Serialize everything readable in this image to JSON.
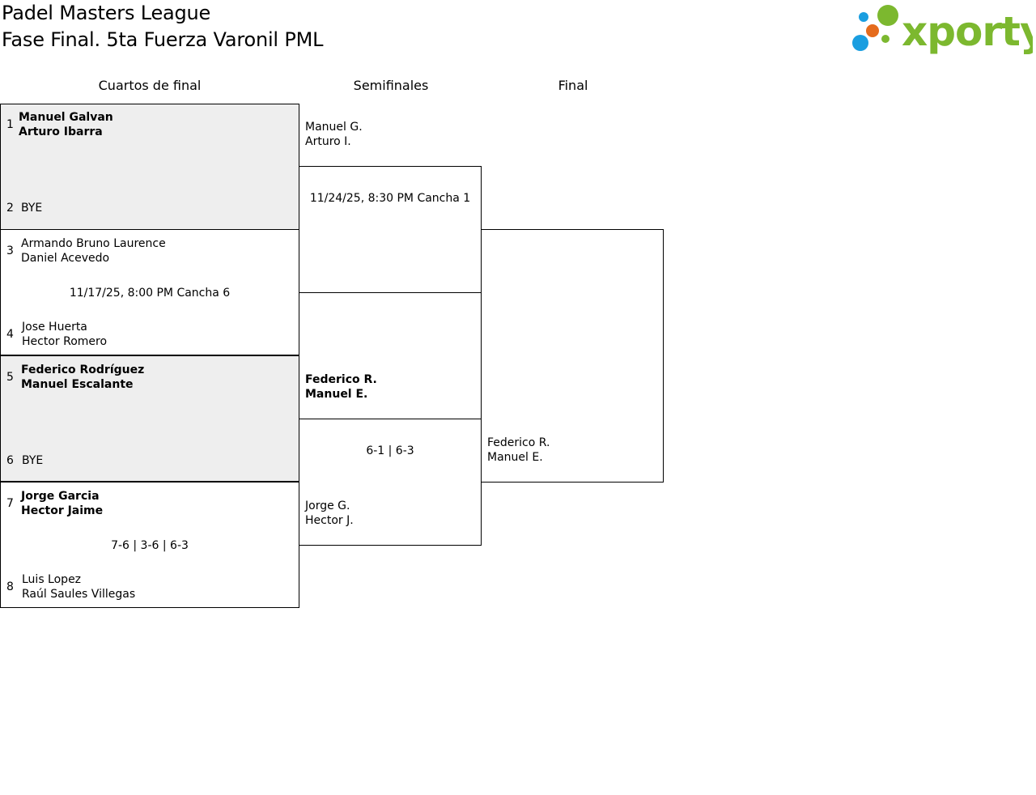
{
  "header": {
    "title_line1": "Padel Masters League",
    "title_line2": "Fase Final. 5ta Fuerza Varonil PML",
    "logo_text": "xporty"
  },
  "colors": {
    "logo_green": "#7cb82f",
    "logo_blue": "#1a9ee0",
    "logo_orange": "#e56b1c",
    "bye_background": "#eeeeee",
    "border": "#000000"
  },
  "rounds": {
    "quarterfinals": "Cuartos de final",
    "semifinals": "Semifinales",
    "final": "Final"
  },
  "quarterfinals": [
    {
      "seed_top": "1",
      "top": [
        "Manuel Galvan",
        "Arturo Ibarra"
      ],
      "seed_bottom": "2",
      "bottom": [
        "BYE"
      ],
      "result": ""
    },
    {
      "seed_top": "3",
      "top": [
        "Armando Bruno Laurence",
        "Daniel Acevedo"
      ],
      "seed_bottom": "4",
      "bottom": [
        "Jose Huerta",
        "Hector Romero"
      ],
      "result": "11/17/25, 8:00 PM Cancha 6"
    },
    {
      "seed_top": "5",
      "top": [
        "Federico Rodríguez",
        "Manuel Escalante"
      ],
      "seed_bottom": "6",
      "bottom": [
        "BYE"
      ],
      "result": ""
    },
    {
      "seed_top": "7",
      "top": [
        "Jorge Garcia",
        "Hector Jaime"
      ],
      "seed_bottom": "8",
      "bottom": [
        "Luis Lopez",
        "Raúl Saules Villegas"
      ],
      "result": "7-6 | 3-6 | 6-3"
    }
  ],
  "semifinals": [
    {
      "top": [
        "Manuel G.",
        "Arturo I."
      ],
      "result": "11/24/25, 8:30 PM Cancha 1",
      "bottom": []
    },
    {
      "top": [
        "Federico R.",
        "Manuel E."
      ],
      "result": "6-1 | 6-3",
      "bottom": [
        "Jorge G.",
        "Hector J."
      ]
    }
  ],
  "final": {
    "bottom": [
      "Federico R.",
      "Manuel E."
    ]
  }
}
